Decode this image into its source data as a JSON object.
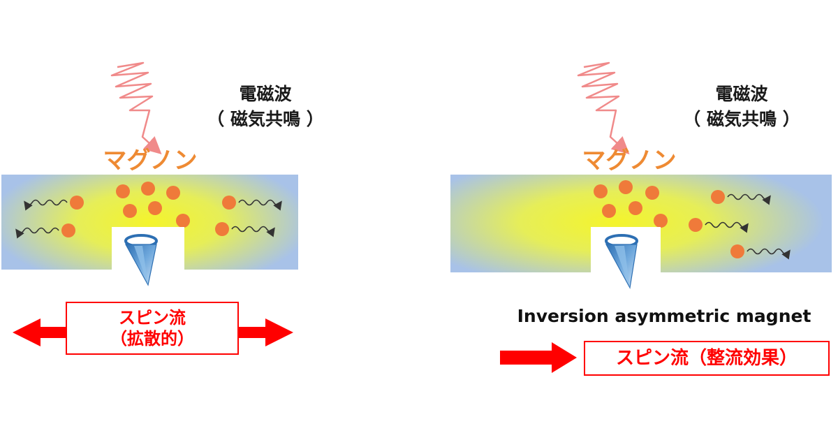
{
  "left_panel": {
    "em_wave_label": "電磁波",
    "em_wave_sub": "（ 磁気共鳴 ）",
    "magnon_label": "マグノン",
    "spin_current_line1": "スピン流",
    "spin_current_line2": "（拡散的）"
  },
  "right_panel": {
    "em_wave_label": "電磁波",
    "em_wave_sub": "（ 磁気共鳴 ）",
    "magnon_label": "マグノン",
    "magnet_label": "Inversion asymmetric magnet",
    "spin_current_label": "スピン流（整流効果）"
  },
  "colors": {
    "magnon_dot": "#ef7a3a",
    "magnon_text": "#ee8a33",
    "band_center": "#f4f42c",
    "band_edge": "#a8c2e8",
    "arrow_red": "#ff0000",
    "em_wave": "#f08a8a"
  },
  "icons": [
    "em-wave-icon",
    "magnon-dot-icon",
    "spin-wave-arrow-icon",
    "spin-cone-icon",
    "red-double-arrow-icon",
    "red-right-arrow-icon"
  ]
}
